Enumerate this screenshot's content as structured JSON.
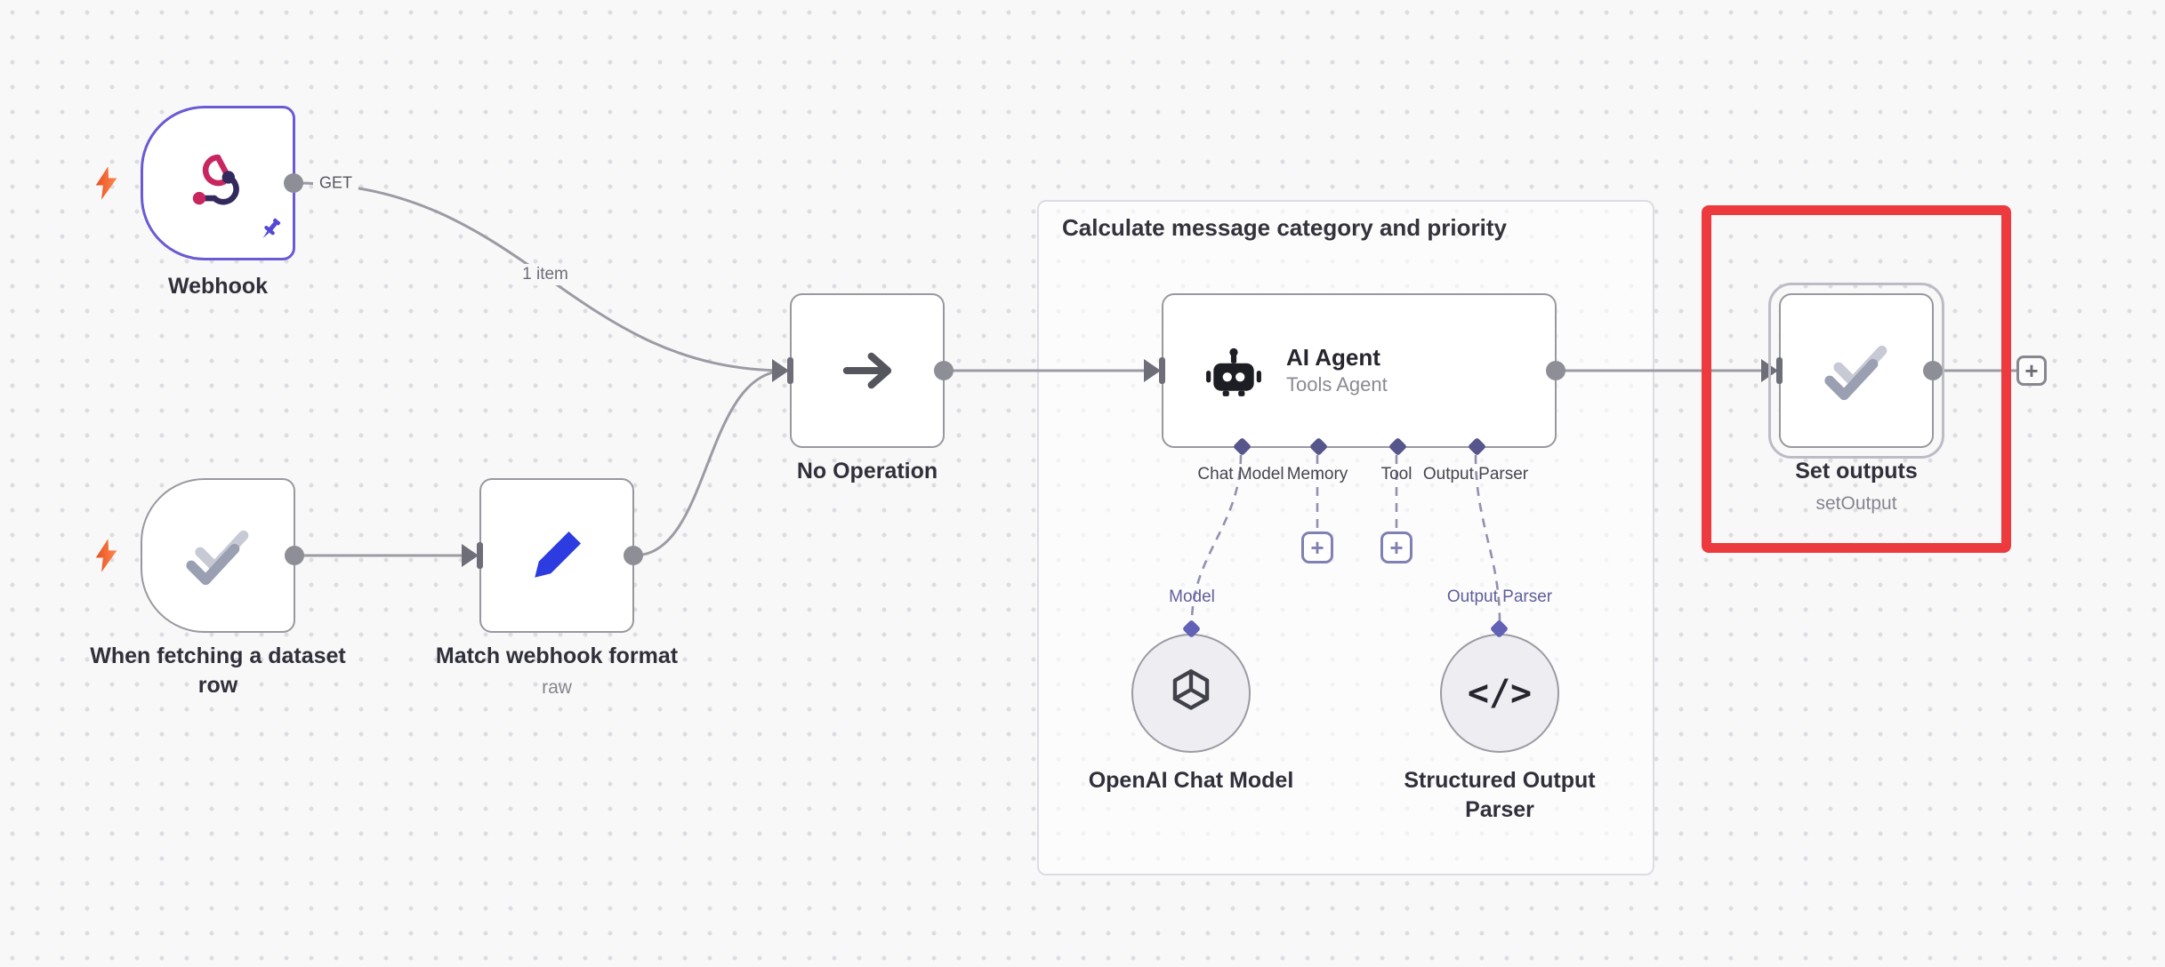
{
  "group": {
    "title": "Calculate message category and priority"
  },
  "edges": {
    "get": "GET",
    "items": "1 item"
  },
  "nodes": {
    "webhook": {
      "label": "Webhook"
    },
    "dataset": {
      "label": "When fetching a dataset row"
    },
    "match": {
      "label": "Match webhook format",
      "subtitle": "raw"
    },
    "noop": {
      "label": "No Operation"
    },
    "agent": {
      "title": "AI Agent",
      "subtitle": "Tools Agent",
      "ports": [
        {
          "label": "Chat Model"
        },
        {
          "label": "Memory"
        },
        {
          "label": "Tool"
        },
        {
          "label": "Output Parser"
        }
      ]
    },
    "openai": {
      "label": "OpenAI Chat Model",
      "port": "Model"
    },
    "parser": {
      "label": "Structured Output Parser",
      "port": "Output Parser"
    },
    "set": {
      "label": "Set outputs",
      "subtitle": "setOutput"
    }
  },
  "ui": {
    "plus": "+",
    "code_glyph": "</>"
  },
  "colors": {
    "highlight_red": "#ec3a3e",
    "webhook_accent": "#6a5ad4",
    "trigger_orange": "#f15a29",
    "edge_gray": "#9b9ba3"
  }
}
